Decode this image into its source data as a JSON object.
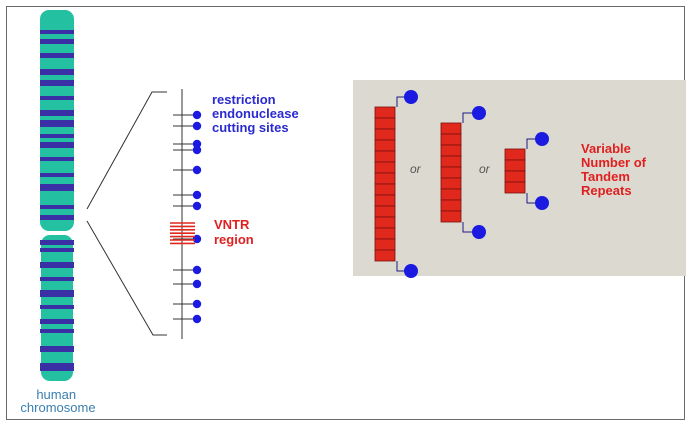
{
  "labels": {
    "restriction_sites": [
      "restriction",
      "endonuclease",
      "cutting sites"
    ],
    "vntr_region": [
      "VNTR",
      "region"
    ],
    "or_word": "or",
    "vntr_full": [
      "Variable",
      "Number of",
      "Tandem",
      "Repeats"
    ],
    "chromosome": [
      "human",
      "chromosome"
    ]
  },
  "colors": {
    "chromosome": "#23c1a2",
    "chromosome_band": "#3b2fa5",
    "site_dot": "#1a1ae0",
    "repeat_block": "#e0281c",
    "panel_bg": "#dcdad0",
    "label_blue": "#2a2ad0",
    "label_red": "#e02020",
    "chromosome_label": "#3b7fb0"
  },
  "repeat_variants": [
    {
      "repeats": 14
    },
    {
      "repeats": 9
    },
    {
      "repeats": 4
    }
  ]
}
